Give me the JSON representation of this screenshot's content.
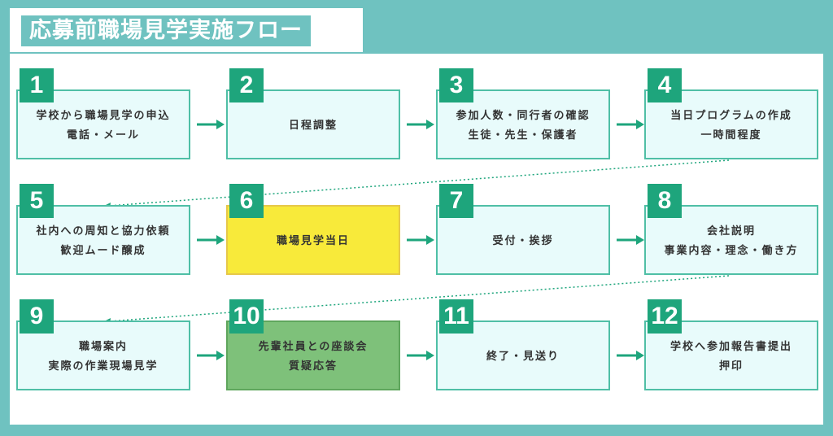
{
  "title": "応募前職場見学実施フロー",
  "steps": [
    {
      "num": "1",
      "lines": [
        "学校から職場見学の申込",
        "電話・メール"
      ]
    },
    {
      "num": "2",
      "lines": [
        "日程調整"
      ]
    },
    {
      "num": "3",
      "lines": [
        "参加人数・同行者の確認",
        "生徒・先生・保護者"
      ]
    },
    {
      "num": "4",
      "lines": [
        "当日プログラムの作成",
        "一時間程度"
      ]
    },
    {
      "num": "5",
      "lines": [
        "社内への周知と協力依頼",
        "歓迎ムード醸成"
      ]
    },
    {
      "num": "6",
      "lines": [
        "職場見学当日"
      ]
    },
    {
      "num": "7",
      "lines": [
        "受付・挨拶"
      ]
    },
    {
      "num": "8",
      "lines": [
        "会社説明",
        "事業内容・理念・働き方"
      ]
    },
    {
      "num": "9",
      "lines": [
        "職場案内",
        "実際の作業現場見学"
      ]
    },
    {
      "num": "10",
      "lines": [
        "先輩社員との座談会",
        "質疑応答"
      ]
    },
    {
      "num": "11",
      "lines": [
        "終了・見送り"
      ]
    },
    {
      "num": "12",
      "lines": [
        "学校へ参加報告書提出",
        "押印"
      ]
    }
  ],
  "colors": {
    "accent": "#1ea57c",
    "frame": "#6fc2c0",
    "highlight_day": "#f8ea3a",
    "highlight_talk": "#7ec17a"
  }
}
